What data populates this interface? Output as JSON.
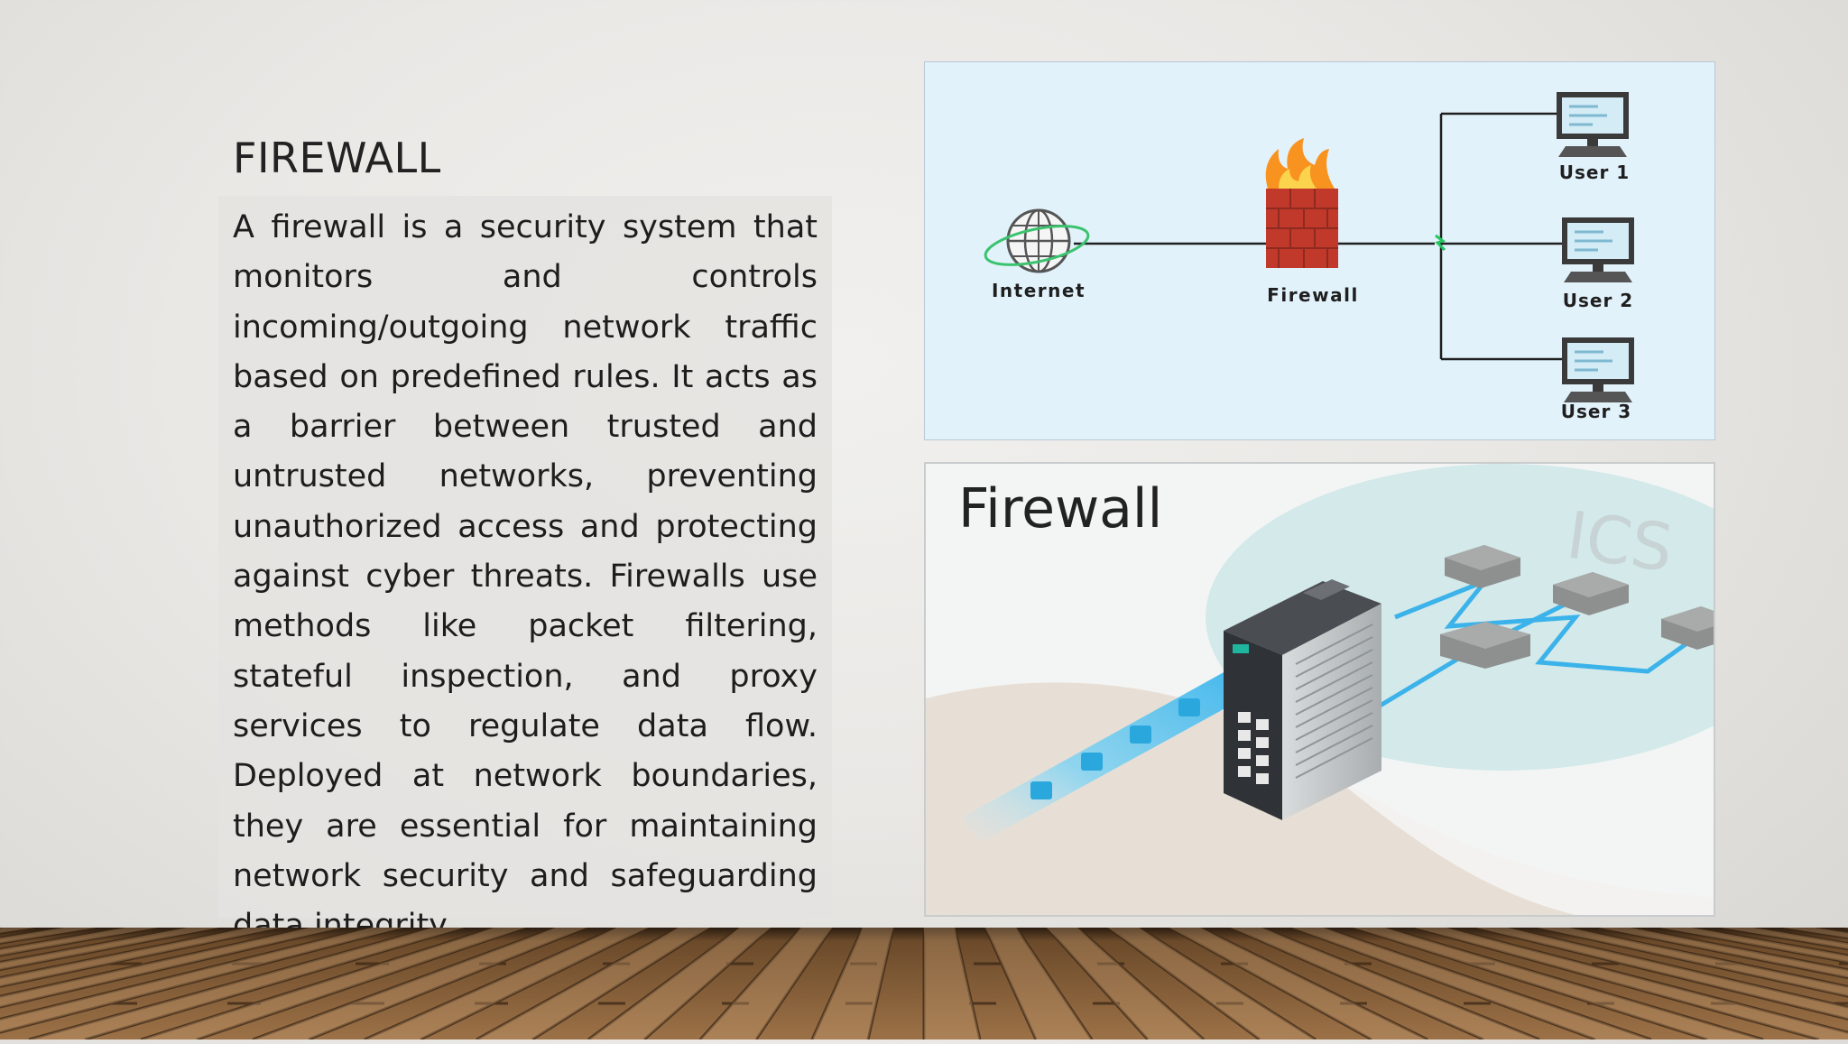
{
  "slide": {
    "title": "FIREWALL",
    "body": "A firewall is a security system that monitors and controls incoming/outgoing network traffic based on predefined rules. It acts as a barrier between trusted and untrusted networks, preventing unauthorized access and protecting against cyber threats. Firewalls use methods like packet filtering, stateful inspection, and proxy services to regulate data flow. Deployed at network boundaries, they are essential for maintaining network security and safeguarding data integrity."
  },
  "diagram": {
    "internet_label": "Internet",
    "firewall_label": "Firewall",
    "users": [
      "User 1",
      "User 2",
      "User 3"
    ],
    "colors": {
      "background": "#e2f2fb",
      "wire": "#1f1f1f",
      "flame": "#f7931e",
      "brick": "#c0392b"
    }
  },
  "product_image": {
    "title": "Firewall",
    "watermark": "ICS",
    "colors": {
      "cable": "#3bb3ea",
      "node": "#8e9090"
    }
  },
  "floor": {
    "style": "wooden-planks"
  }
}
